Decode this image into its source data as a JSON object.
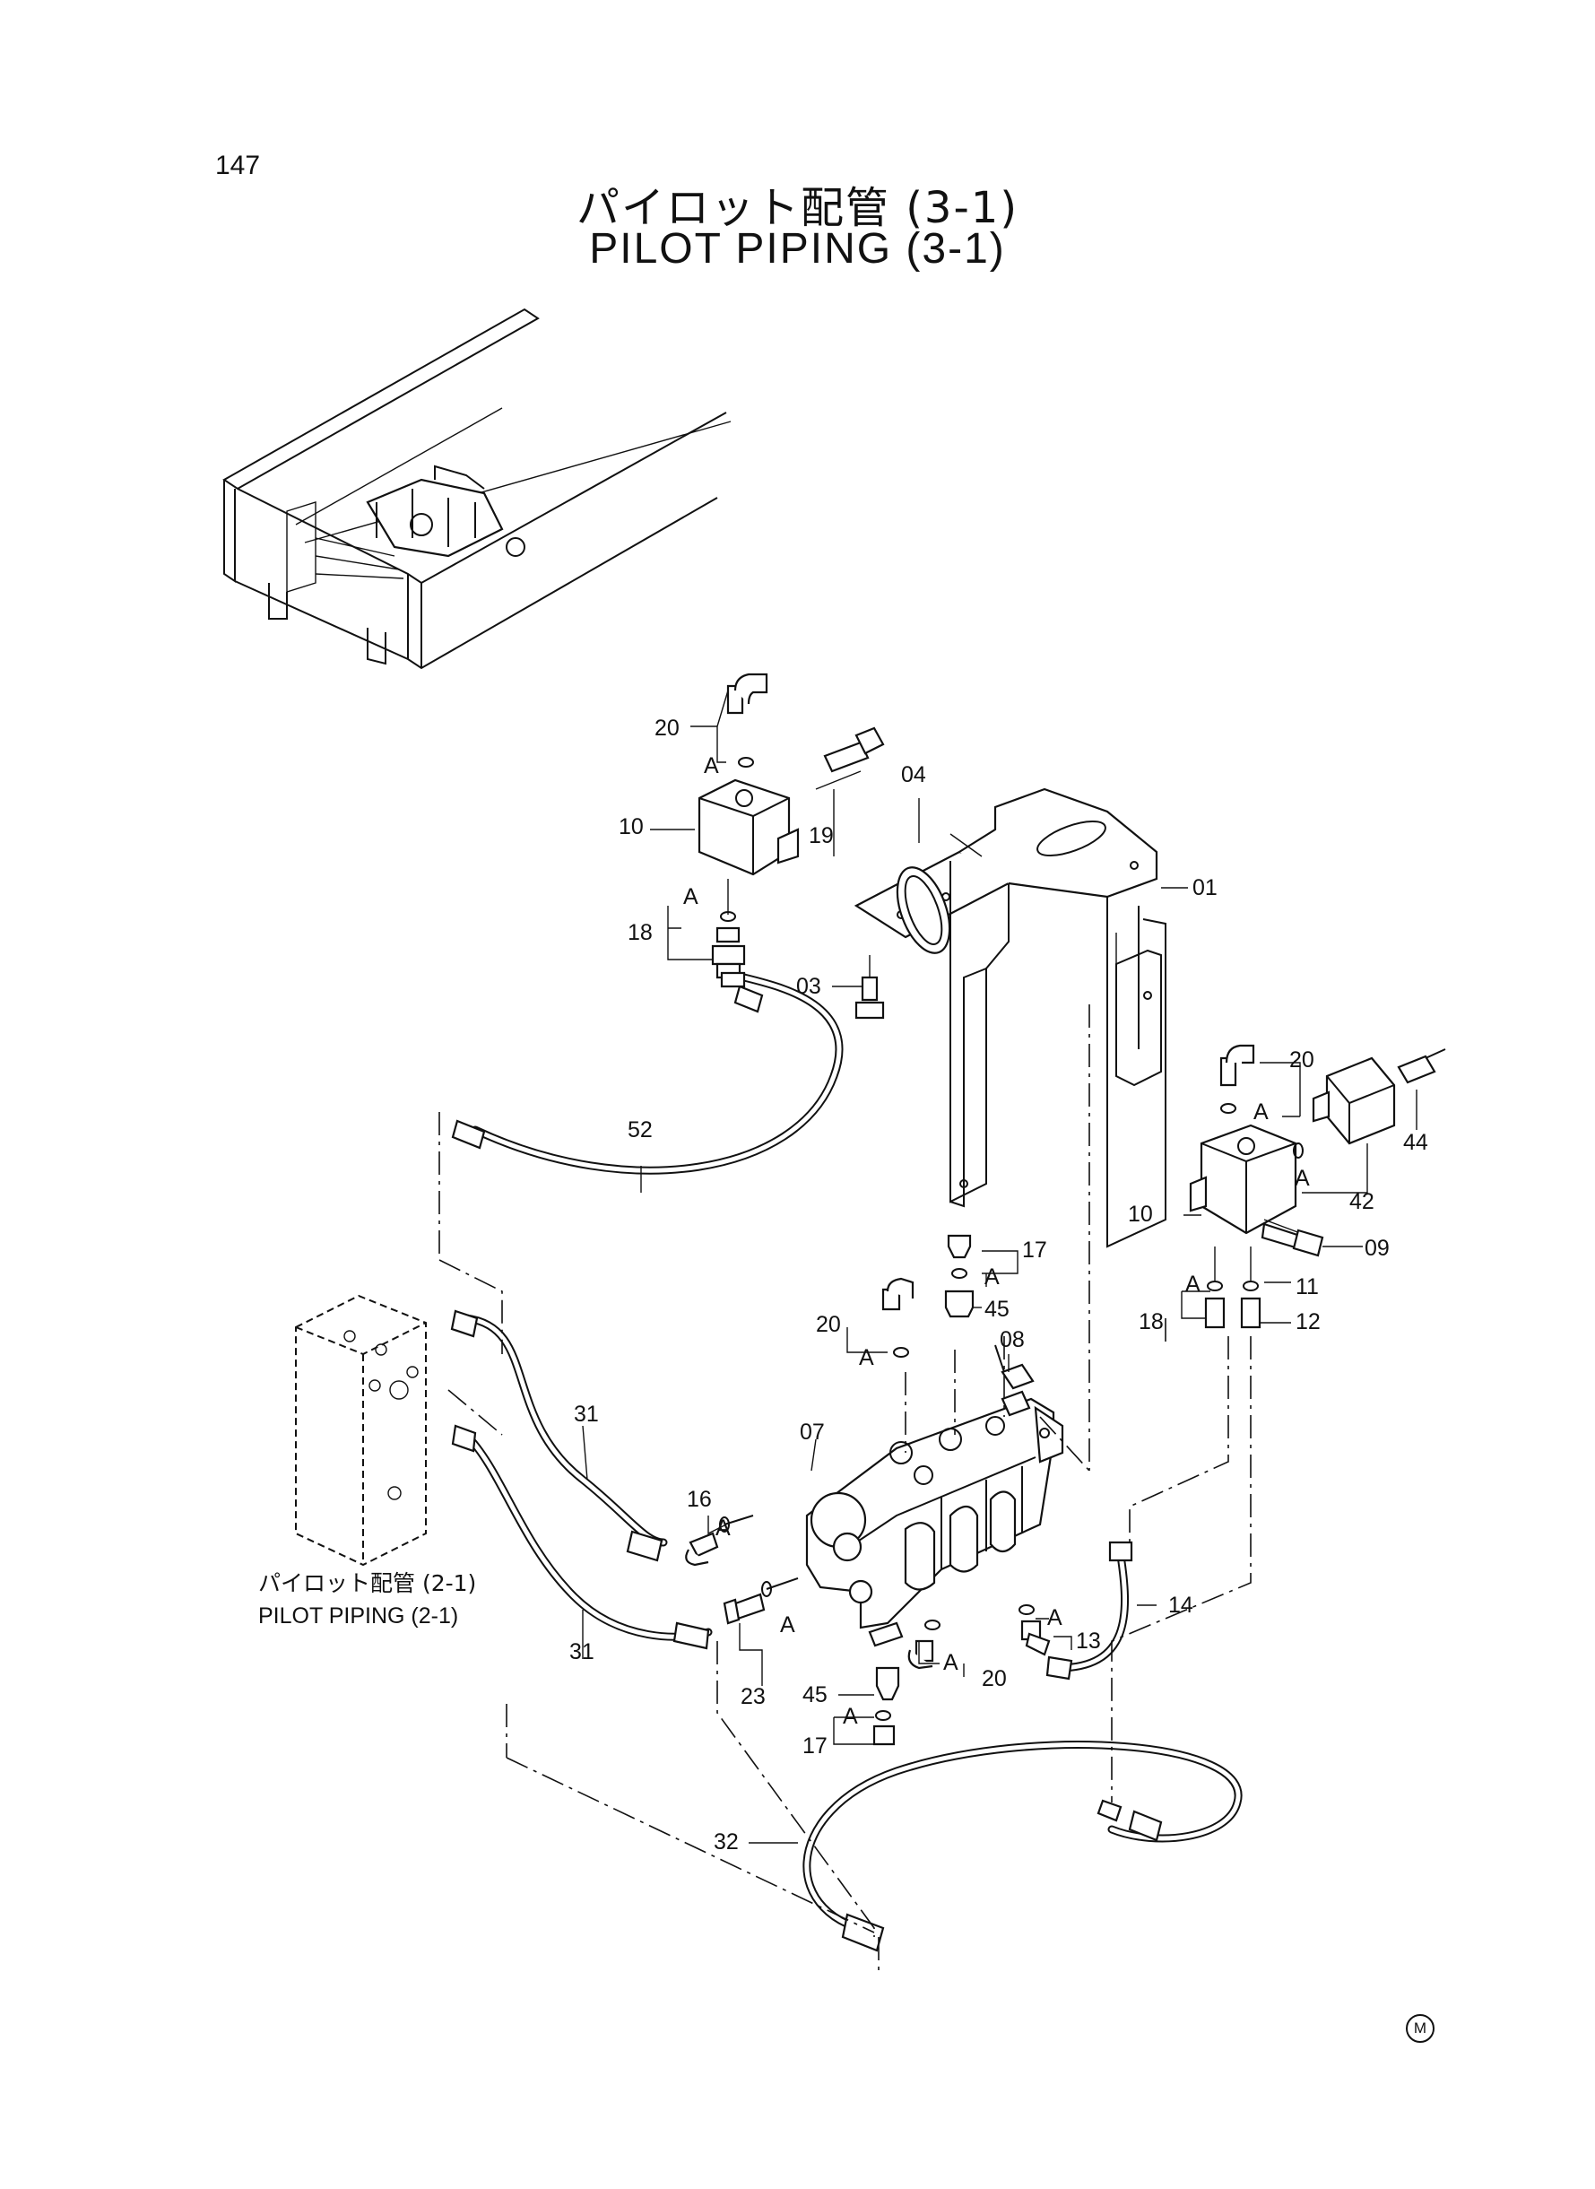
{
  "page_number": "147",
  "title_jp": "パイロット配管 (3-1)",
  "title_en": "PILOT PIPING (3-1)",
  "reference_jp": "パイロット配管 (2-1)",
  "reference_en": "PILOT PIPING (2-1)",
  "corner_mark": "M",
  "callouts": [
    {
      "id": "c20a",
      "text": "20"
    },
    {
      "id": "cAa",
      "text": "A"
    },
    {
      "id": "c10a",
      "text": "10"
    },
    {
      "id": "c19",
      "text": "19"
    },
    {
      "id": "cAb",
      "text": "A"
    },
    {
      "id": "c18a",
      "text": "18"
    },
    {
      "id": "c04",
      "text": "04"
    },
    {
      "id": "c01",
      "text": "01"
    },
    {
      "id": "c03",
      "text": "03"
    },
    {
      "id": "c52",
      "text": "52"
    },
    {
      "id": "c20b",
      "text": "20"
    },
    {
      "id": "cAc",
      "text": "A"
    },
    {
      "id": "c44",
      "text": "44"
    },
    {
      "id": "cAd",
      "text": "A"
    },
    {
      "id": "c42",
      "text": "42"
    },
    {
      "id": "c10b",
      "text": "10"
    },
    {
      "id": "c09",
      "text": "09"
    },
    {
      "id": "c17a",
      "text": "17"
    },
    {
      "id": "cAe",
      "text": "A"
    },
    {
      "id": "cAf",
      "text": "A"
    },
    {
      "id": "c11",
      "text": "11"
    },
    {
      "id": "c18b",
      "text": "18"
    },
    {
      "id": "c12",
      "text": "12"
    },
    {
      "id": "c45a",
      "text": "45"
    },
    {
      "id": "c20c",
      "text": "20"
    },
    {
      "id": "cAg",
      "text": "A"
    },
    {
      "id": "c08",
      "text": "08"
    },
    {
      "id": "c31a",
      "text": "31"
    },
    {
      "id": "c07",
      "text": "07"
    },
    {
      "id": "c16",
      "text": "16"
    },
    {
      "id": "cAh",
      "text": "A"
    },
    {
      "id": "cAi",
      "text": "A"
    },
    {
      "id": "c31b",
      "text": "31"
    },
    {
      "id": "c23",
      "text": "23"
    },
    {
      "id": "c14",
      "text": "14"
    },
    {
      "id": "cAj",
      "text": "A"
    },
    {
      "id": "c13",
      "text": "13"
    },
    {
      "id": "cAk",
      "text": "A"
    },
    {
      "id": "c20d",
      "text": "20"
    },
    {
      "id": "c45b",
      "text": "45"
    },
    {
      "id": "cAl",
      "text": "A"
    },
    {
      "id": "c17b",
      "text": "17"
    },
    {
      "id": "c32",
      "text": "32"
    }
  ]
}
